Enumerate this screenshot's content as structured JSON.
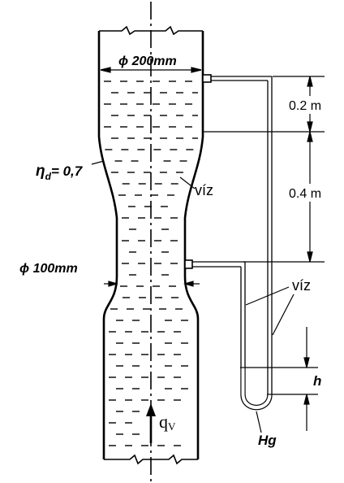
{
  "labels": {
    "d_top": "ϕ 200mm",
    "d_bottom": "ϕ 100mm",
    "eta": "η",
    "eta_sub": "d",
    "eta_val": "= 0,7",
    "water_pipe": "víz",
    "water_tubes": "víz",
    "dim_upper": "0.2 m",
    "dim_lower": "0.4 m",
    "h": "h",
    "hg": "Hg",
    "flow": "q",
    "flow_sub": "V"
  }
}
